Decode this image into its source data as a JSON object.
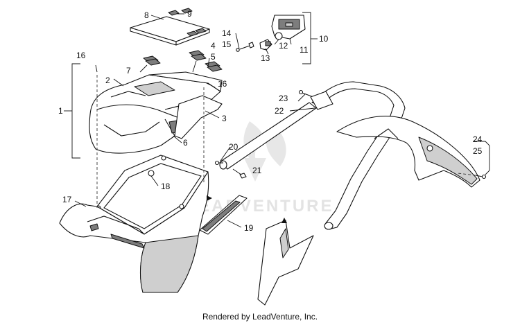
{
  "watermark": "LEADVENTURE",
  "footer": "Rendered by LeadVenture, Inc.",
  "callouts": {
    "c1": "1",
    "c2": "2",
    "c3": "3",
    "c4": "4",
    "c5": "5",
    "c6": "6",
    "c7": "7",
    "c8": "8",
    "c9": "9",
    "c10": "10",
    "c11": "11",
    "c12": "12",
    "c13": "13",
    "c14": "14",
    "c15": "15",
    "c16a": "16",
    "c16b": "16",
    "c17": "17",
    "c18": "18",
    "c19": "19",
    "c20": "20",
    "c21": "21",
    "c22": "22",
    "c23": "23",
    "c24": "24",
    "c25": "25"
  }
}
